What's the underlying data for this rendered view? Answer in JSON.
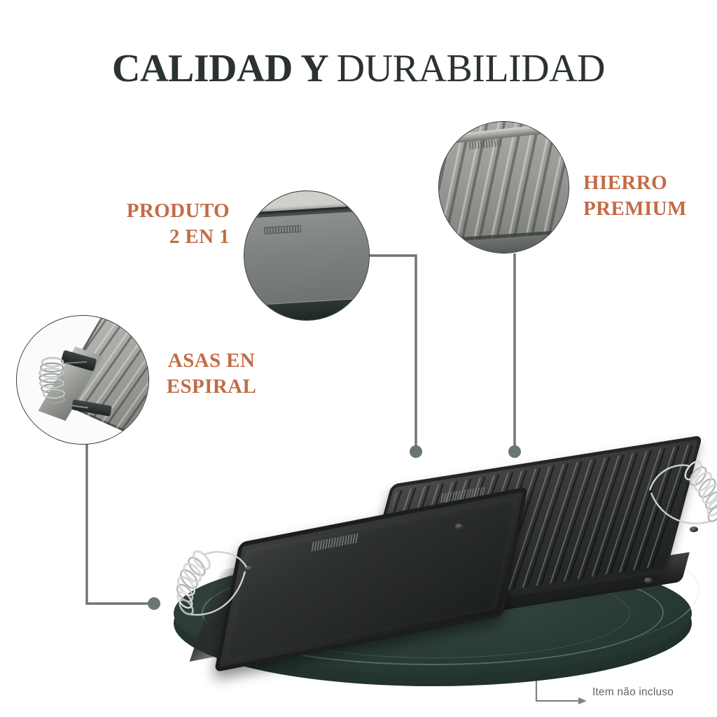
{
  "title": {
    "strong": "CALIDAD Y ",
    "light": "DURABILIDAD",
    "full": "CALIDAD Y DURABILIDAD",
    "color": "#2b332f"
  },
  "colors": {
    "background": "#ffffff",
    "accent_orange": "#c26c46",
    "title_dark": "#2b332f",
    "connector_gray": "#6b7672",
    "disc_green": "#2c3e36",
    "iron_dark": "#2a2d2a",
    "footnote_gray": "#5d6762"
  },
  "features": [
    {
      "id": "produto-2-en-1",
      "label_line1": "PRODUTO",
      "label_line2": "2 EN 1",
      "callout_name": "callout-circle-smooth-griddle-surface",
      "description": "smooth flat griddle side with embossed brand logo"
    },
    {
      "id": "hierro-premium",
      "label_line1": "HIERRO",
      "label_line2": "PREMIUM",
      "callout_name": "callout-circle-ribbed-griddle-surface",
      "description": "ribbed grill side with diagonal cast iron ridges"
    },
    {
      "id": "asas-en-espiral",
      "label_line1": "ASAS EN",
      "label_line2": "ESPIRAL",
      "callout_name": "callout-circle-spiral-handle",
      "description": "chrome spiral coil handle attached to griddle corner"
    }
  ],
  "product": {
    "name": "reversible-cast-iron-griddle",
    "description": "Two reversible cast iron griddle plates resting on a dark green turntable disc, one leaning up showing the smooth side and one lying flat showing the ribbed grill side, each fitted with chrome spiral coil handles."
  },
  "footnote": {
    "text": "Item não incluso",
    "arrow": "l-shaped-arrow-right"
  }
}
